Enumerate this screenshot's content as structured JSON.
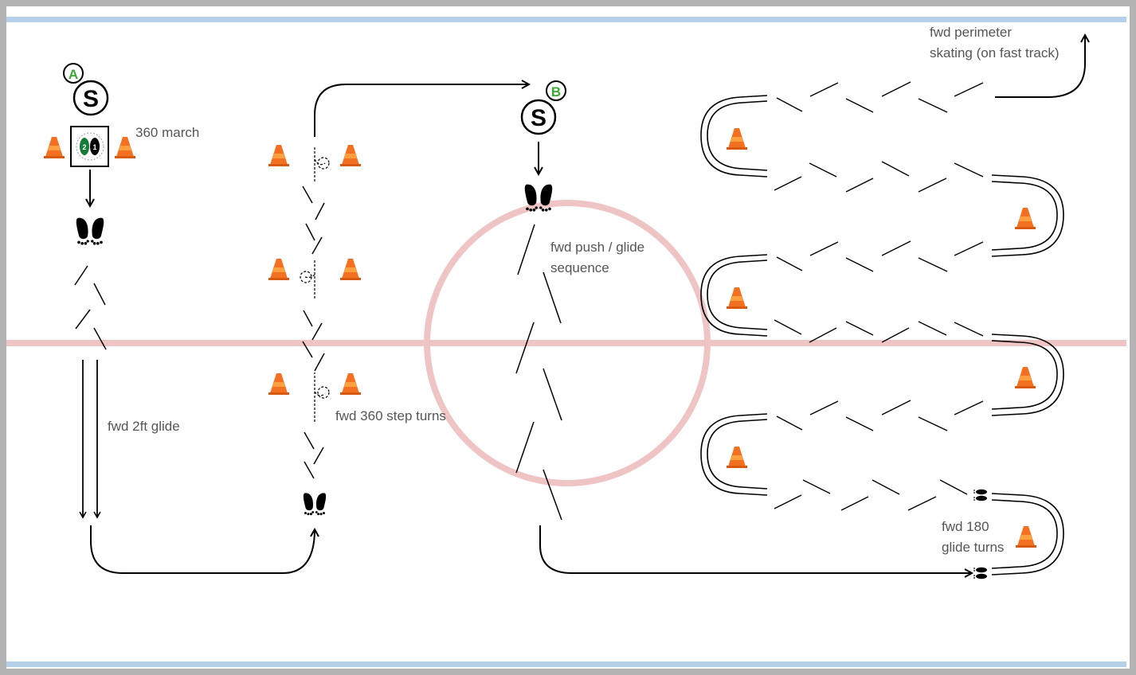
{
  "labels": {
    "march": "360 march",
    "glide2": "fwd 2ft glide",
    "step_turns": "fwd 360 step turns",
    "push_glide_1": "fwd push / glide",
    "push_glide_2": "sequence",
    "perimeter_1": "fwd perimeter",
    "perimeter_2": "skating (on fast track)",
    "turns_1": "fwd 180",
    "turns_2": "glide turns"
  },
  "stations": [
    {
      "letter": "A",
      "skater": "S"
    },
    {
      "letter": "B",
      "skater": "S"
    }
  ],
  "icons": {
    "cone": "traffic-cone-icon",
    "skates": "skate-footprints-icon",
    "station": "station-marker-icon"
  },
  "colors": {
    "border": "#b3b3b3",
    "blue_line": "#b6d0ea",
    "red_line": "#efc4c4",
    "cone": "#f37021",
    "station_letter": "#3aa935",
    "stroke": "#000000",
    "label": "#555555"
  }
}
